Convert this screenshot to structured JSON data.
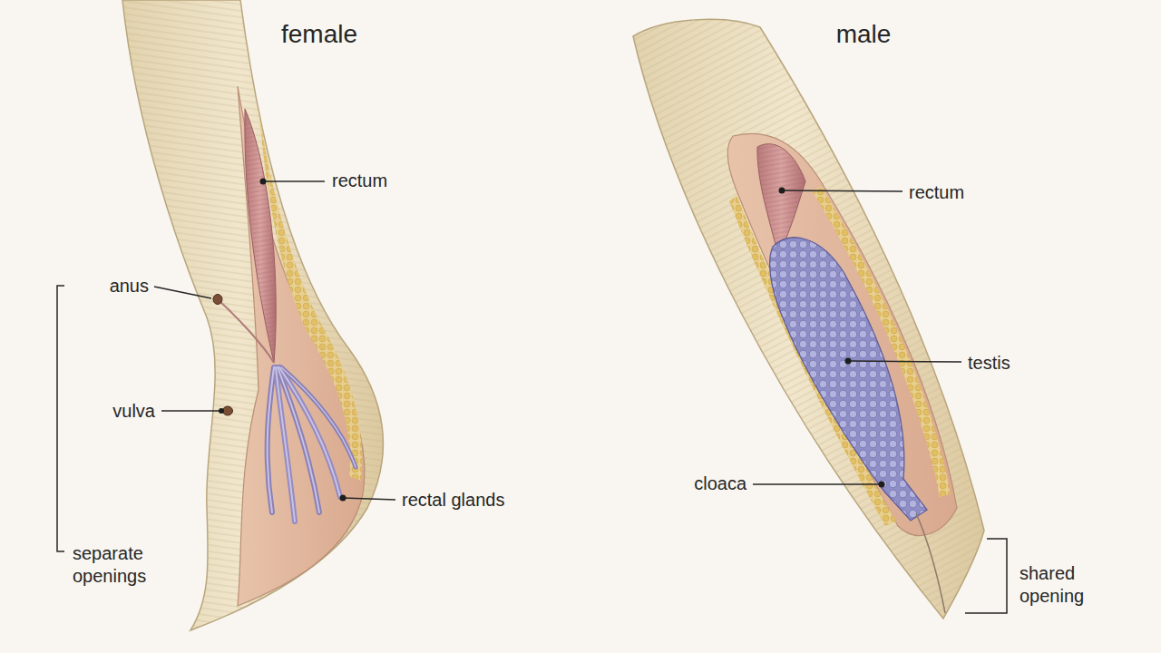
{
  "diagram": {
    "labels": [
      "female",
      "male",
      "rectum",
      "anus",
      "vulva",
      "rectal glands",
      "separate openings",
      "rectum",
      "testis",
      "cloaca",
      "shared opening"
    ]
  }
}
